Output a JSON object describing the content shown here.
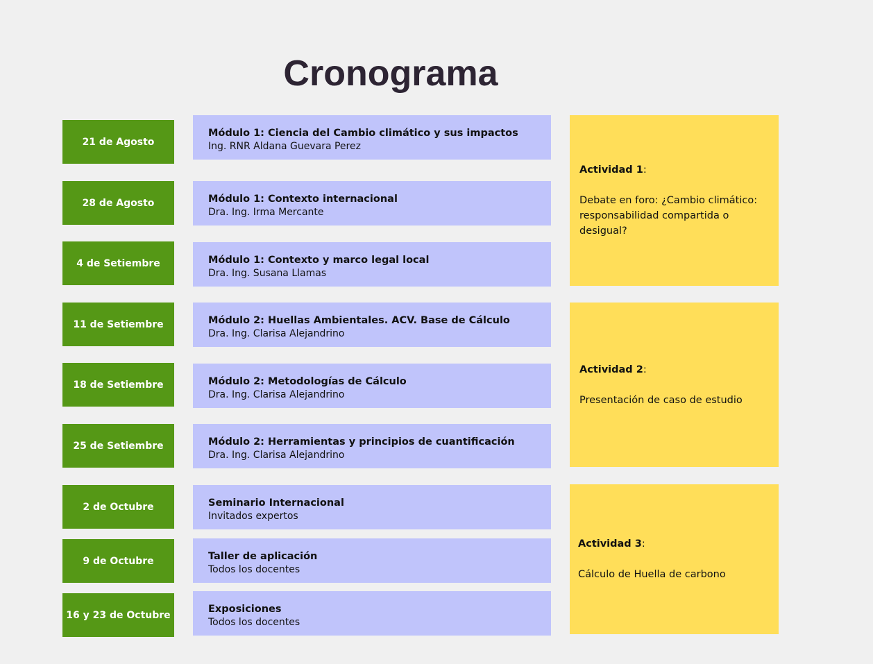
{
  "title": "Cronograma",
  "sessions": [
    {
      "date": "21 de Agosto",
      "module": "Módulo 1: Ciencia del Cambio climático y sus impactos",
      "speaker": "Ing. RNR Aldana Guevara Perez"
    },
    {
      "date": "28 de Agosto",
      "module": "Módulo 1: Contexto internacional",
      "speaker": "Dra. Ing. Irma Mercante"
    },
    {
      "date": "4 de Setiembre",
      "module": "Módulo 1: Contexto y marco legal local",
      "speaker": "Dra. Ing. Susana Llamas"
    },
    {
      "date": "11 de Setiembre",
      "module": "Módulo 2: Huellas Ambientales. ACV. Base de Cálculo",
      "speaker": "Dra. Ing. Clarisa Alejandrino"
    },
    {
      "date": "18 de Setiembre",
      "module": "Módulo 2: Metodologías de Cálculo",
      "speaker": "Dra. Ing. Clarisa Alejandrino"
    },
    {
      "date": "25 de Setiembre",
      "module": "Módulo 2: Herramientas y principios de cuantificación",
      "speaker": "Dra. Ing. Clarisa Alejandrino"
    },
    {
      "date": "2 de Octubre",
      "module": "Seminario Internacional",
      "speaker": "Invitados expertos"
    },
    {
      "date": "9 de Octubre",
      "module": "Taller de aplicación",
      "speaker": "Todos los docentes"
    },
    {
      "date": "16 y 23 de Octubre",
      "module": "Exposiciones",
      "speaker": "Todos los docentes"
    }
  ],
  "activities": [
    {
      "title": "Actividad 1",
      "description": "Debate en foro: ¿Cambio climático: responsabilidad compartida o desigual?"
    },
    {
      "title": "Actividad 2",
      "description": "Presentación de caso de estudio"
    },
    {
      "title": "Actividad 3",
      "description": "Cálculo de Huella de carbono"
    }
  ],
  "colors": {
    "date_bg": "#559816",
    "module_bg": "#c0c4fb",
    "activity_bg": "#ffde59",
    "title": "#2d2433"
  }
}
